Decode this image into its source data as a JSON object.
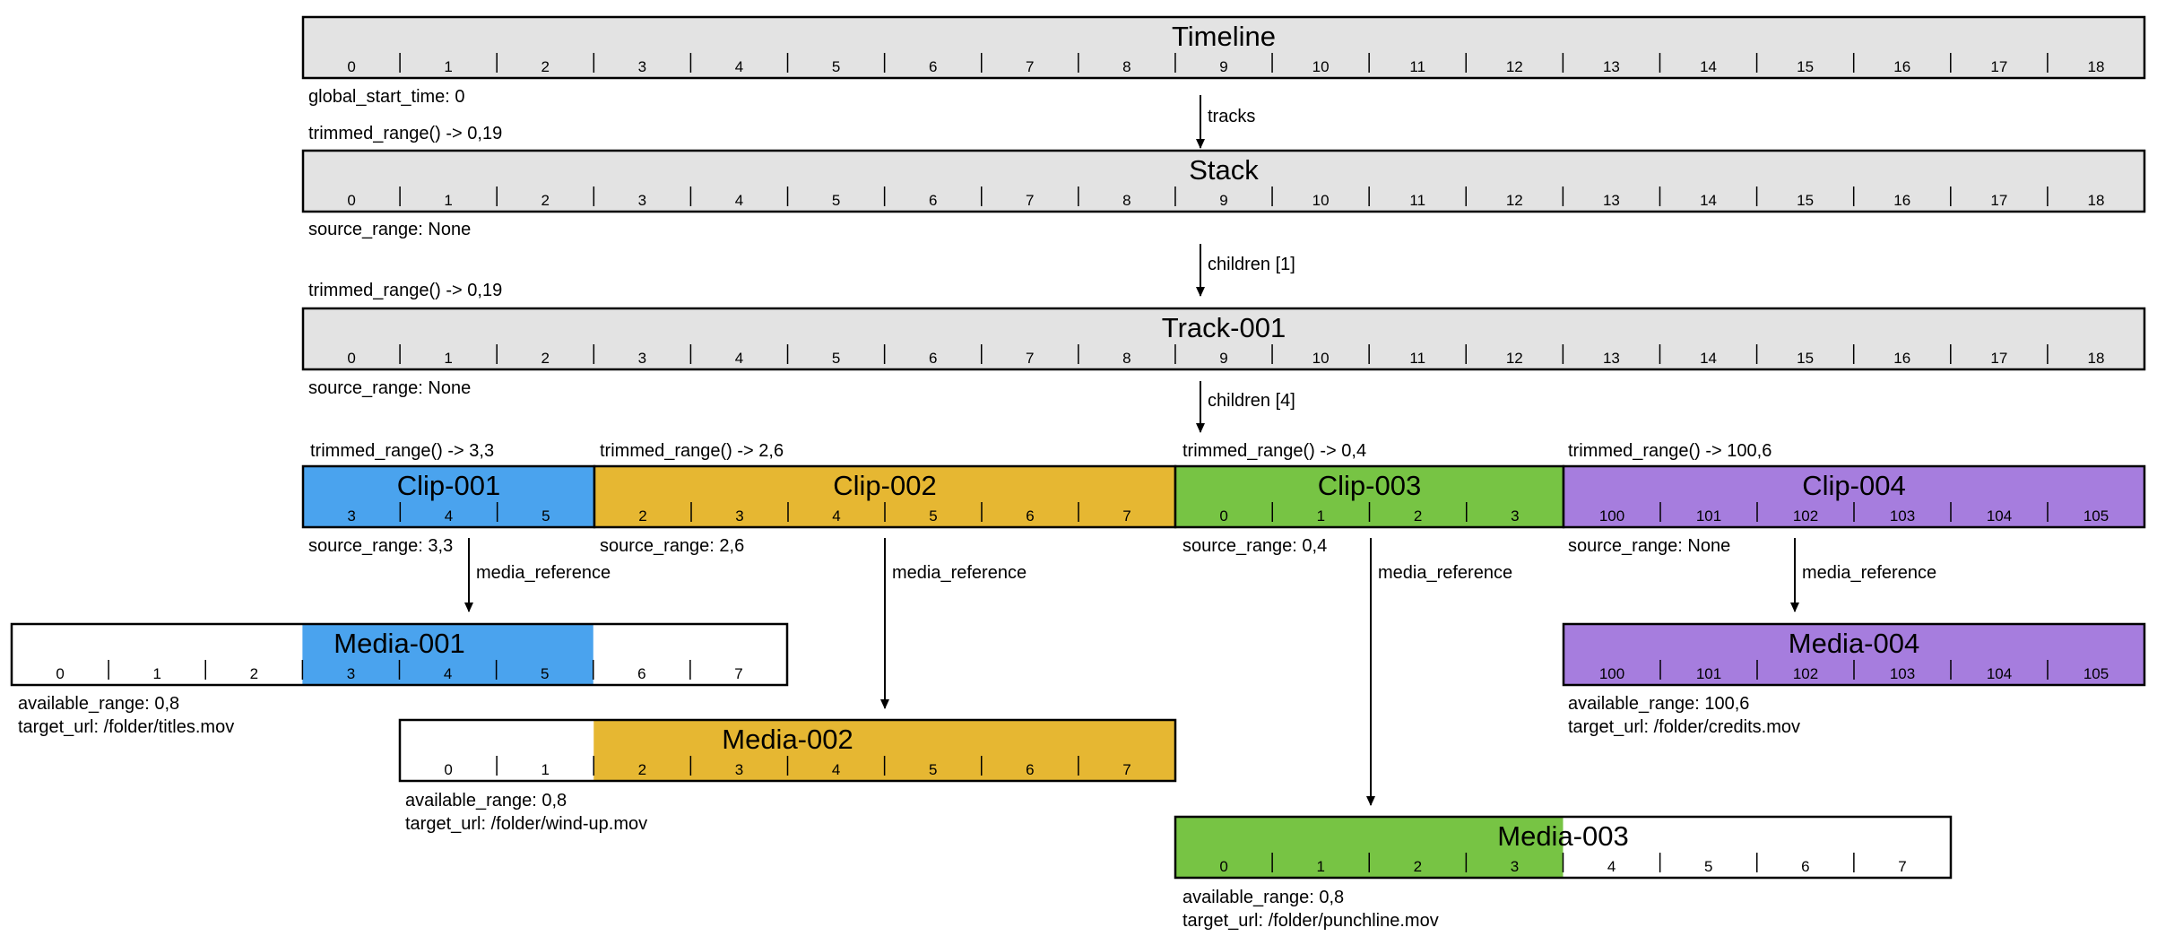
{
  "colors": {
    "gray": "#e3e3e3",
    "blue": "#4aa3ee",
    "yellow": "#e6b732",
    "green": "#77c444",
    "purple": "#a67dde",
    "white": "#ffffff",
    "stroke": "#000000"
  },
  "boxes": {
    "timeline": {
      "title": "Timeline",
      "ticks": [
        "0",
        "1",
        "2",
        "3",
        "4",
        "5",
        "6",
        "7",
        "8",
        "9",
        "10",
        "11",
        "12",
        "13",
        "14",
        "15",
        "16",
        "17",
        "18"
      ],
      "fill": "gray"
    },
    "stack": {
      "title": "Stack",
      "ticks": [
        "0",
        "1",
        "2",
        "3",
        "4",
        "5",
        "6",
        "7",
        "8",
        "9",
        "10",
        "11",
        "12",
        "13",
        "14",
        "15",
        "16",
        "17",
        "18"
      ],
      "fill": "gray"
    },
    "track": {
      "title": "Track-001",
      "ticks": [
        "0",
        "1",
        "2",
        "3",
        "4",
        "5",
        "6",
        "7",
        "8",
        "9",
        "10",
        "11",
        "12",
        "13",
        "14",
        "15",
        "16",
        "17",
        "18"
      ],
      "fill": "gray"
    },
    "clip1": {
      "title": "Clip-001",
      "ticks": [
        "3",
        "4",
        "5"
      ],
      "fill": "blue"
    },
    "clip2": {
      "title": "Clip-002",
      "ticks": [
        "2",
        "3",
        "4",
        "5",
        "6",
        "7"
      ],
      "fill": "yellow"
    },
    "clip3": {
      "title": "Clip-003",
      "ticks": [
        "0",
        "1",
        "2",
        "3"
      ],
      "fill": "green"
    },
    "clip4": {
      "title": "Clip-004",
      "ticks": [
        "100",
        "101",
        "102",
        "103",
        "104",
        "105"
      ],
      "fill": "purple"
    },
    "media1": {
      "title": "Media-001",
      "ticks": [
        "0",
        "1",
        "2",
        "3",
        "4",
        "5",
        "6",
        "7"
      ],
      "fill": "blue",
      "highlight_cells": [
        3,
        6
      ]
    },
    "media2": {
      "title": "Media-002",
      "ticks": [
        "0",
        "1",
        "2",
        "3",
        "4",
        "5",
        "6",
        "7"
      ],
      "fill": "yellow",
      "highlight_cells": [
        2,
        8
      ]
    },
    "media3": {
      "title": "Media-003",
      "ticks": [
        "0",
        "1",
        "2",
        "3",
        "4",
        "5",
        "6",
        "7"
      ],
      "fill": "green",
      "highlight_cells": [
        0,
        4
      ]
    },
    "media4": {
      "title": "Media-004",
      "ticks": [
        "100",
        "101",
        "102",
        "103",
        "104",
        "105"
      ],
      "fill": "purple"
    }
  },
  "annotations": {
    "timeline_start": "global_start_time: 0",
    "timeline_trimmed": "trimmed_range() -> 0,19",
    "stack_source": "source_range: None",
    "stack_trimmed": "trimmed_range() -> 0,19",
    "track_source": "source_range: None",
    "clip1_trimmed": "trimmed_range() -> 3,3",
    "clip2_trimmed": "trimmed_range() -> 2,6",
    "clip3_trimmed": "trimmed_range() -> 0,4",
    "clip4_trimmed": "trimmed_range() -> 100,6",
    "clip1_source": "source_range: 3,3",
    "clip2_source": "source_range: 2,6",
    "clip3_source": "source_range: 0,4",
    "clip4_source": "source_range: None",
    "media1_available": "available_range: 0,8",
    "media1_url": "target_url: /folder/titles.mov",
    "media2_available": "available_range: 0,8",
    "media2_url": "target_url: /folder/wind-up.mov",
    "media3_available": "available_range: 0,8",
    "media3_url": "target_url: /folder/punchline.mov",
    "media4_available": "available_range: 100,6",
    "media4_url": "target_url: /folder/credits.mov"
  },
  "edges": {
    "tracks": "tracks",
    "children_stack": "children [1]",
    "children_track": "children [4]",
    "media_ref_1": "media_reference",
    "media_ref_2": "media_reference",
    "media_ref_3": "media_reference",
    "media_ref_4": "media_reference"
  }
}
